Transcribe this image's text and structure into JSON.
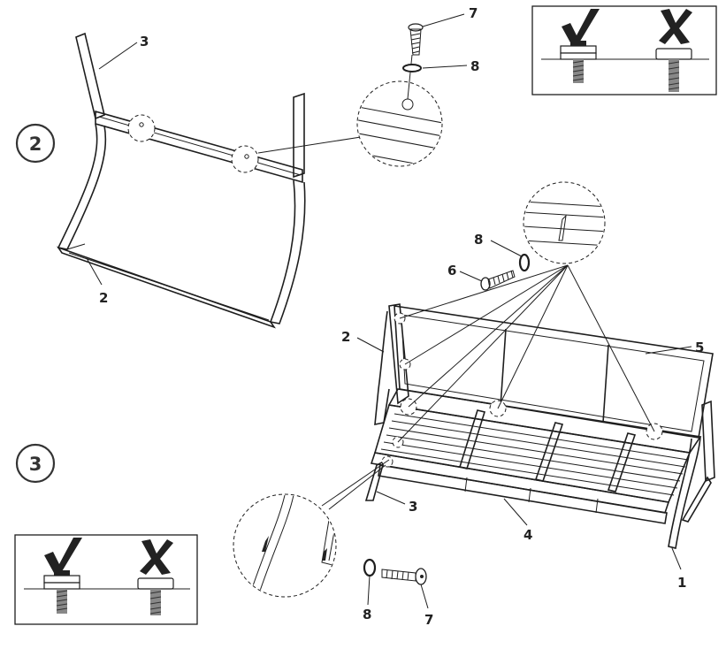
{
  "steps": {
    "step2": "2",
    "step3": "3"
  },
  "parts_step2": {
    "frame_upright": "3",
    "frame_base": "2",
    "bolt": "7",
    "washer": "8"
  },
  "parts_step3": {
    "side_frame": "2",
    "backrest": "5",
    "front_leg": "3",
    "seat_frame": "4",
    "rear_leg": "1",
    "washer_top": "8",
    "bolt_top": "6",
    "washer_bottom": "8",
    "bolt_bottom": "7"
  },
  "legend": {
    "correct_icon": "check-mark-icon",
    "wrong_icon": "cross-mark-icon"
  },
  "colors": {
    "line": "#1e1e1e",
    "background": "#ffffff"
  }
}
